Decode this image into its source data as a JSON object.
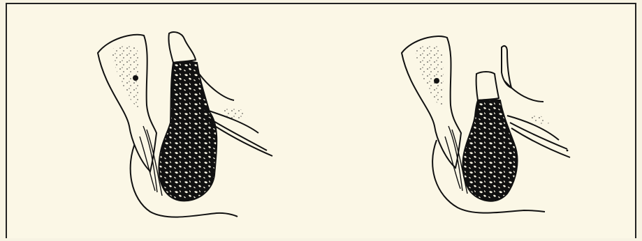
{
  "figure": {
    "panels": [
      {
        "id": "left",
        "description_icon": "bone-lesion-illustration"
      },
      {
        "id": "right",
        "description_icon": "bone-lesion-illustration"
      }
    ],
    "colors": {
      "paper": "#fbf7e6",
      "ink": "#111111"
    }
  }
}
